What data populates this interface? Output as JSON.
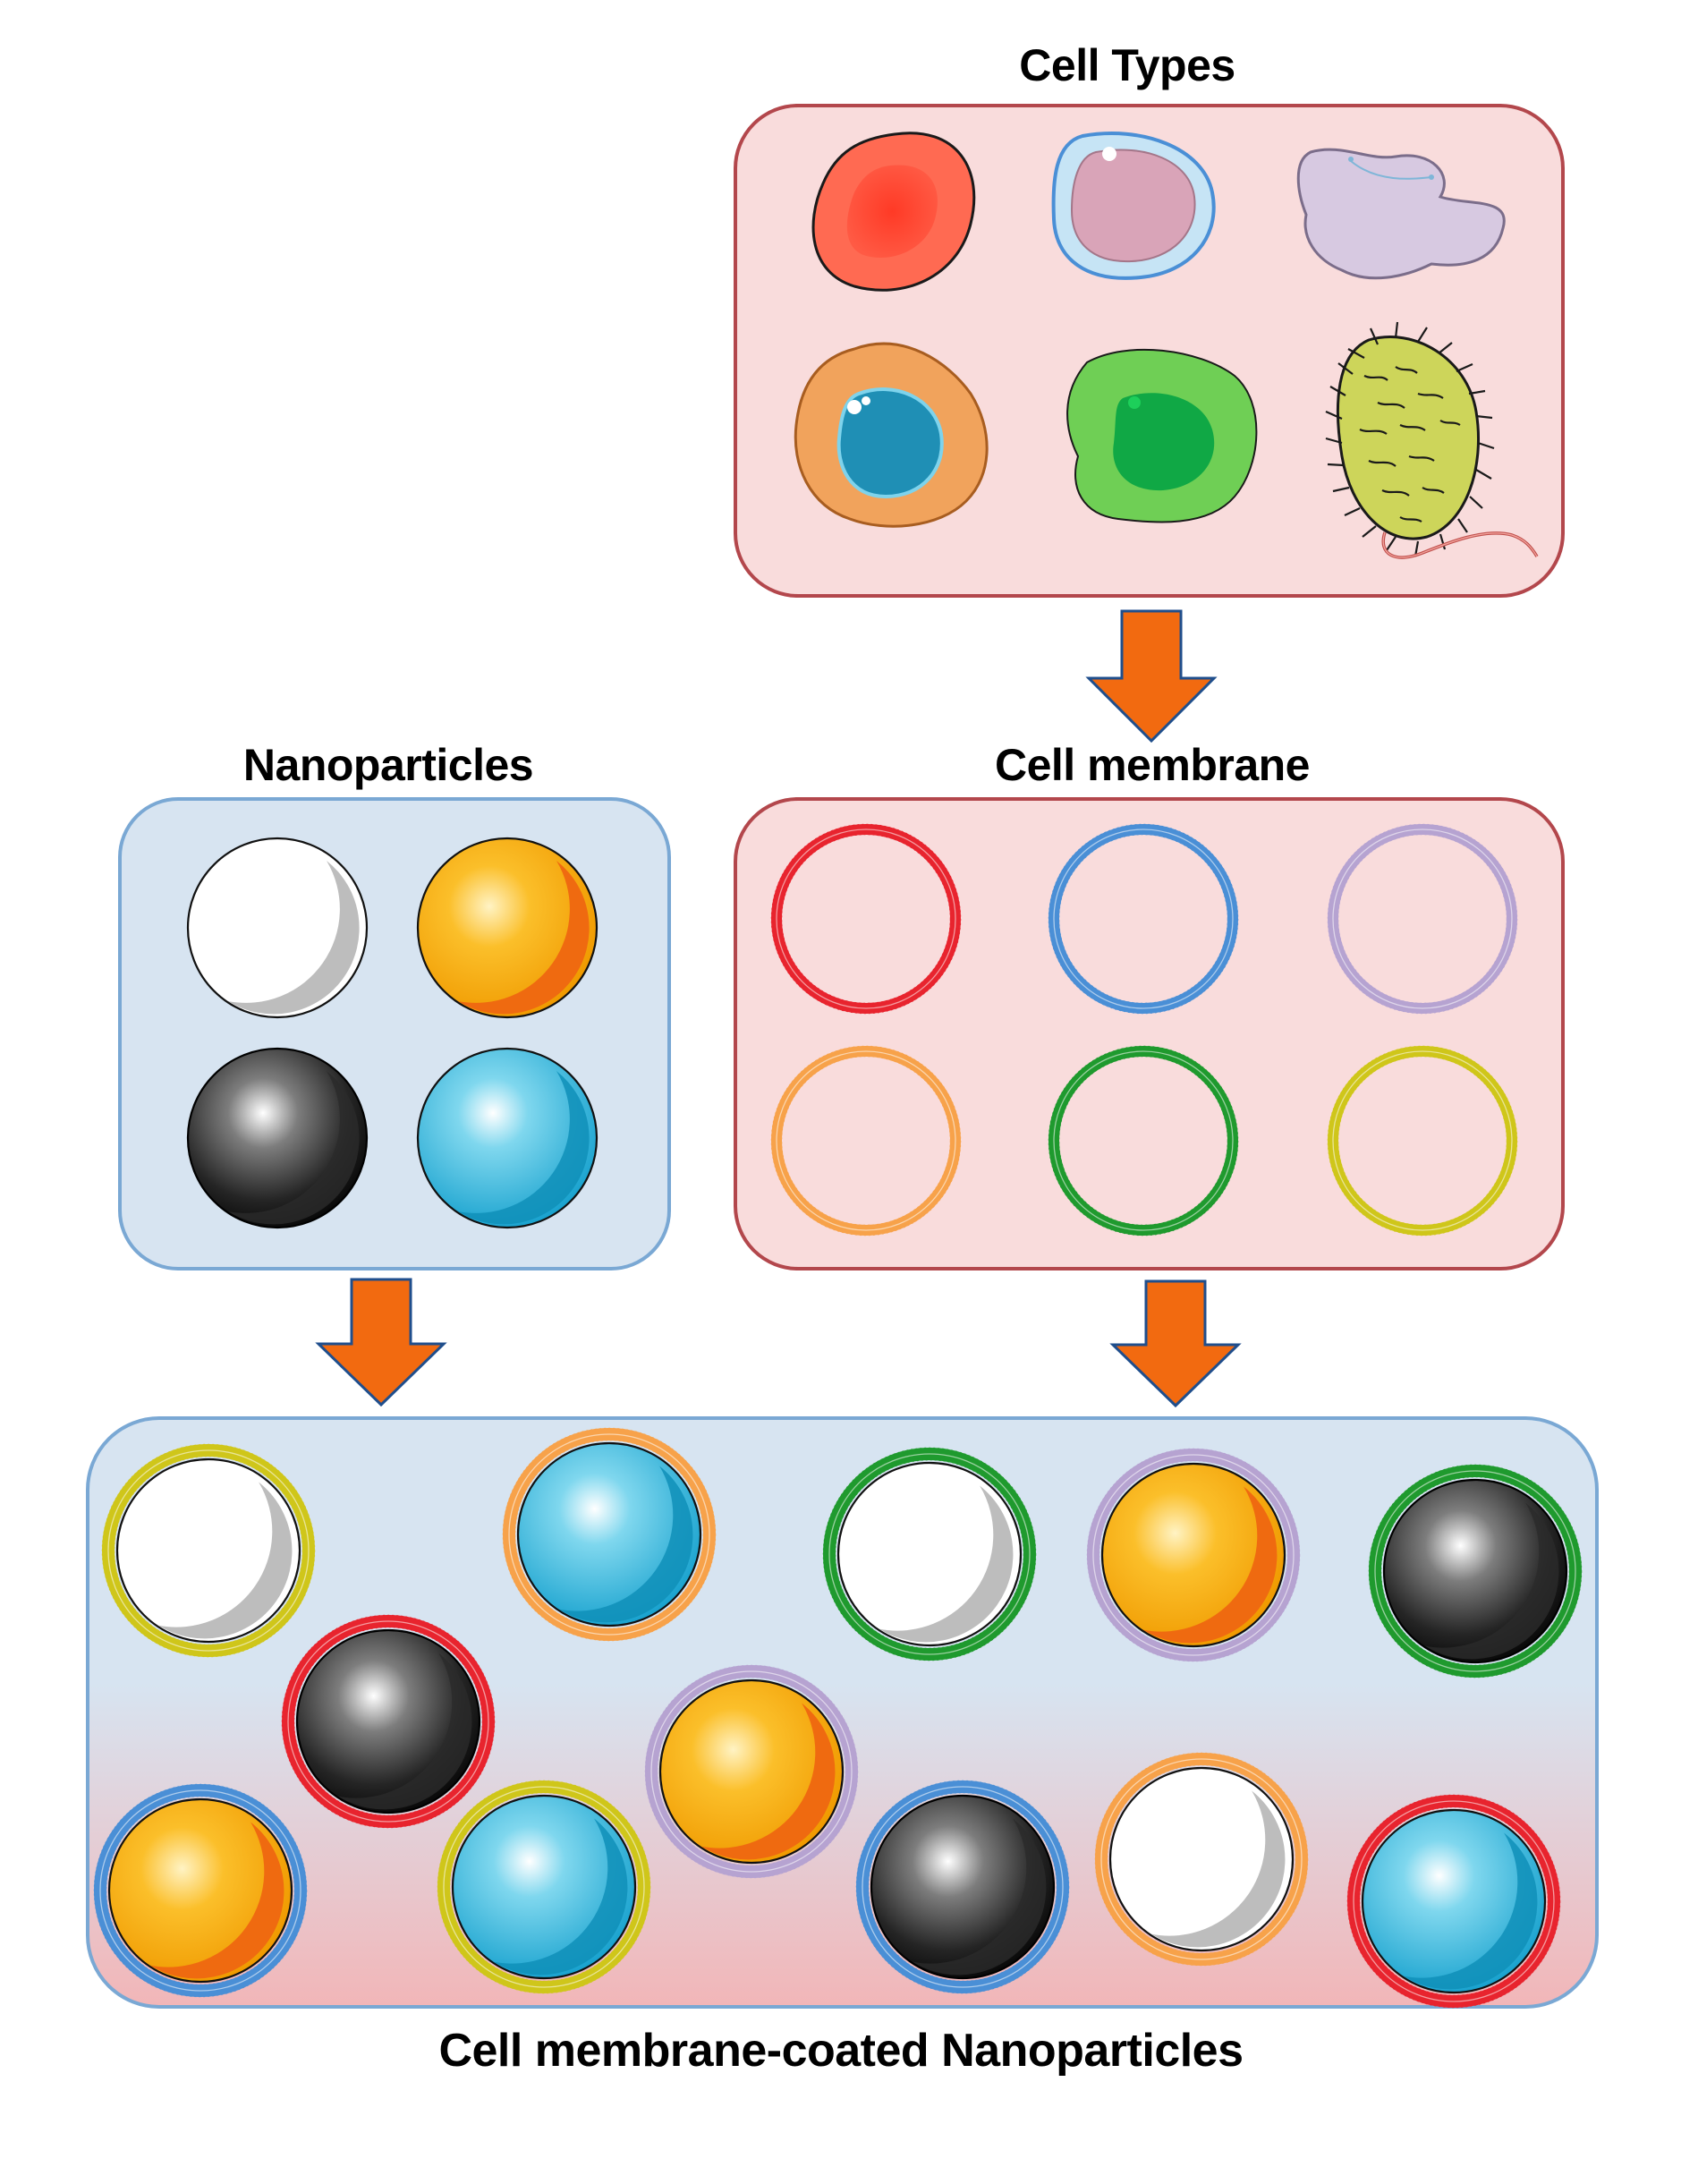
{
  "labels": {
    "cell_types": "Cell Types",
    "nanoparticles": "Nanoparticles",
    "cell_membrane": "Cell membrane",
    "coated": "Cell membrane-coated Nanoparticles"
  },
  "colors": {
    "pink_panel_fill": "#f9dcdc",
    "pink_panel_stroke": "#b3474c",
    "blue_panel_fill": "#d7e4f1",
    "blue_panel_stroke": "#7aa8d4",
    "arrow_fill": "#f26a10",
    "arrow_stroke": "#1f4e8c"
  },
  "cell_types": [
    {
      "id": "red-blood-cell",
      "icon": "red-blood-cell-icon"
    },
    {
      "id": "lymphocyte",
      "icon": "lymphocyte-icon"
    },
    {
      "id": "platelet",
      "icon": "platelet-icon"
    },
    {
      "id": "cancer-cell",
      "icon": "cancer-cell-icon"
    },
    {
      "id": "stem-cell",
      "icon": "stem-cell-icon"
    },
    {
      "id": "bacterium",
      "icon": "bacterium-icon"
    }
  ],
  "membranes": [
    {
      "name": "red",
      "color": "#e8242e"
    },
    {
      "name": "blue",
      "color": "#4a8fd6"
    },
    {
      "name": "lavender",
      "color": "#b6a3d1"
    },
    {
      "name": "orange",
      "color": "#f7a24a"
    },
    {
      "name": "green",
      "color": "#1f9a2e"
    },
    {
      "name": "yellow",
      "color": "#cfc61a"
    }
  ],
  "nanoparticles": [
    {
      "name": "white",
      "color": "#ffffff"
    },
    {
      "name": "gold",
      "color": "#f6a400"
    },
    {
      "name": "black",
      "color": "#1a1a1a"
    },
    {
      "name": "cyan",
      "color": "#2ab4dd"
    }
  ],
  "coated": [
    {
      "core": "white",
      "membrane": "yellow"
    },
    {
      "core": "cyan",
      "membrane": "orange"
    },
    {
      "core": "white",
      "membrane": "green"
    },
    {
      "core": "gold",
      "membrane": "lavender"
    },
    {
      "core": "black",
      "membrane": "green"
    },
    {
      "core": "black",
      "membrane": "red"
    },
    {
      "core": "gold",
      "membrane": "lavender"
    },
    {
      "core": "white",
      "membrane": "orange"
    },
    {
      "core": "gold",
      "membrane": "blue"
    },
    {
      "core": "cyan",
      "membrane": "yellow"
    },
    {
      "core": "black",
      "membrane": "blue"
    },
    {
      "core": "cyan",
      "membrane": "red"
    }
  ]
}
